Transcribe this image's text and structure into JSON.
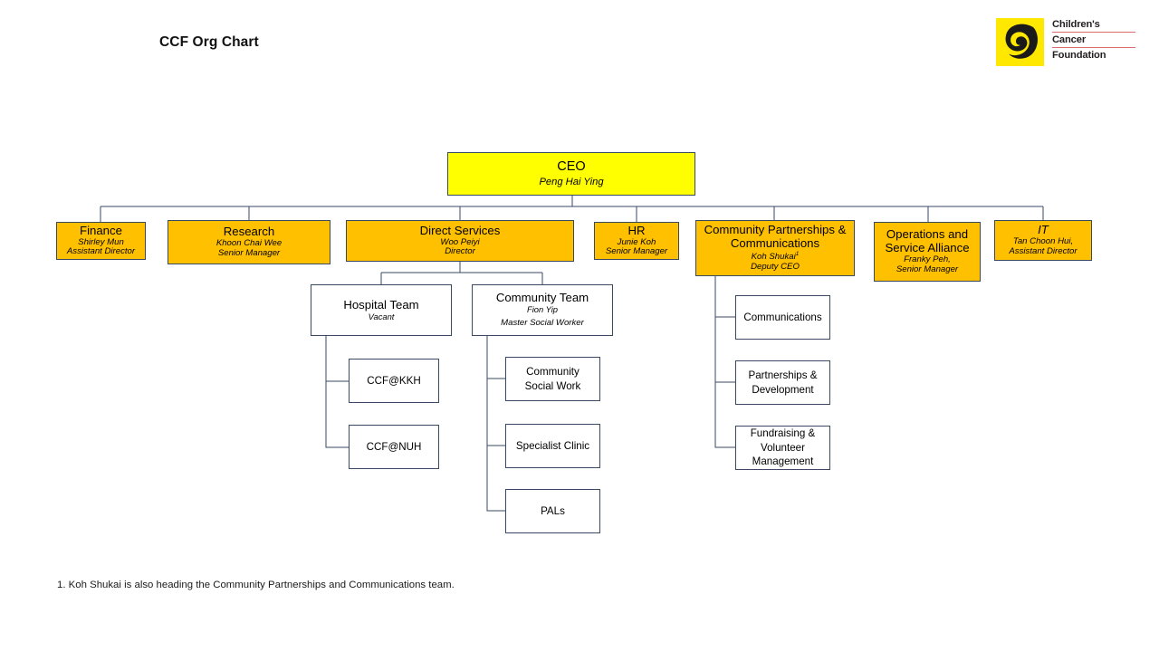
{
  "page": {
    "title": "CCF Org Chart",
    "footnote": "1. Koh Shukai is also heading the Community Partnerships and Communications team."
  },
  "logo": {
    "mark": "spiral-swirl-icon",
    "line1": "Children's",
    "line2": "Cancer",
    "line3": "Foundation",
    "mark_bg": "#FFE800",
    "mark_fg": "#1a1a1a",
    "rule_color": "#d86a6a"
  },
  "colors": {
    "ceo_fill": "#FFFF00",
    "dept_fill": "#FFC000",
    "leaf_fill": "#FFFFFF",
    "border": "#3a4a63",
    "connector": "#3a4a63"
  },
  "chart_data": {
    "type": "diagram",
    "subtype": "org-chart",
    "title": "CCF Org Chart",
    "root": {
      "id": "ceo",
      "title": "CEO",
      "person": "Peng Hai Ying",
      "fill": "#FFFF00"
    },
    "nodes": [
      {
        "id": "finance",
        "title": "Finance",
        "person": "Shirley Mun",
        "role": "Assistant Director",
        "level": 2,
        "parent": "ceo",
        "fill": "#FFC000"
      },
      {
        "id": "research",
        "title": "Research",
        "person": "Khoon Chai Wee",
        "role": "Senior Manager",
        "level": 2,
        "parent": "ceo",
        "fill": "#FFC000"
      },
      {
        "id": "direct-services",
        "title": "Direct Services",
        "person": "Woo Peiyi",
        "role": "Director",
        "level": 2,
        "parent": "ceo",
        "fill": "#FFC000"
      },
      {
        "id": "hr",
        "title": "HR",
        "person": "Junie Koh",
        "role": "Senior Manager",
        "level": 2,
        "parent": "ceo",
        "fill": "#FFC000"
      },
      {
        "id": "cpc",
        "title": "Community Partnerships & Communications",
        "person": "Koh Shukai",
        "person_footnote": "1",
        "role": "Deputy CEO",
        "level": 2,
        "parent": "ceo",
        "fill": "#FFC000"
      },
      {
        "id": "operations",
        "title": "Operations and Service Alliance",
        "person": "Franky Peh,",
        "role": "Senior Manager",
        "level": 2,
        "parent": "ceo",
        "fill": "#FFC000"
      },
      {
        "id": "it",
        "title": "IT",
        "person": "Tan Choon Hui,",
        "role": "Assistant Director",
        "level": 2,
        "parent": "ceo",
        "fill": "#FFC000",
        "title_italic": true
      },
      {
        "id": "hospital-team",
        "title": "Hospital Team",
        "person": "Vacant",
        "level": 3,
        "parent": "direct-services",
        "fill": "#FFFFFF"
      },
      {
        "id": "community-team",
        "title": "Community Team",
        "person": "Fion Yip",
        "role": "Master Social Worker",
        "level": 3,
        "parent": "direct-services",
        "fill": "#FFFFFF"
      },
      {
        "id": "ccf-kkh",
        "title": "CCF@KKH",
        "level": 4,
        "parent": "hospital-team",
        "fill": "#FFFFFF"
      },
      {
        "id": "ccf-nuh",
        "title": "CCF@NUH",
        "level": 4,
        "parent": "hospital-team",
        "fill": "#FFFFFF"
      },
      {
        "id": "community-social-work",
        "title": "Community\nSocial Work",
        "level": 4,
        "parent": "community-team",
        "fill": "#FFFFFF"
      },
      {
        "id": "specialist-clinic",
        "title": "Specialist Clinic",
        "level": 4,
        "parent": "community-team",
        "fill": "#FFFFFF"
      },
      {
        "id": "pals",
        "title": "PALs",
        "level": 4,
        "parent": "community-team",
        "fill": "#FFFFFF"
      },
      {
        "id": "communications",
        "title": "Communications",
        "level": 3,
        "parent": "cpc",
        "fill": "#FFFFFF"
      },
      {
        "id": "partnerships-development",
        "title": "Partnerships &\nDevelopment",
        "level": 3,
        "parent": "cpc",
        "fill": "#FFFFFF"
      },
      {
        "id": "fundraising-volunteer",
        "title": "Fundraising &\nVolunteer\nManagement",
        "level": 3,
        "parent": "cpc",
        "fill": "#FFFFFF"
      }
    ],
    "footnotes": [
      {
        "marker": "1",
        "text": "Koh Shukai is also heading the Community Partnerships and Communications team."
      }
    ]
  }
}
